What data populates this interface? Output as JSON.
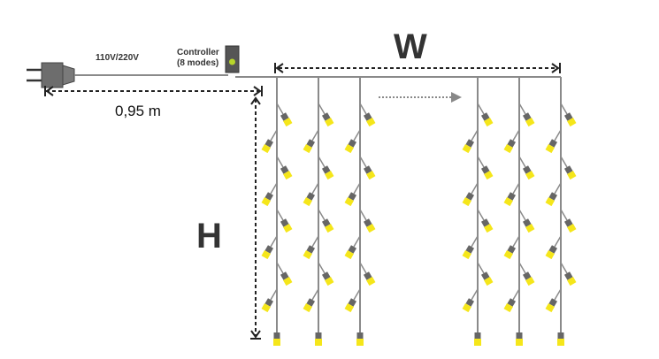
{
  "labels": {
    "voltage": "110V/220V",
    "controller_line1": "Controller",
    "controller_line2": "(8 modes)",
    "cable_length": "0,95 m",
    "width": "W",
    "height": "H"
  },
  "colors": {
    "wire": "#8a8a8a",
    "bulb": "#f5e61a",
    "socket": "#666666",
    "led": "#b8d62a"
  },
  "strands": {
    "left_group_count": 3,
    "right_group_count": 3,
    "bulbs_per_strand": 9
  }
}
